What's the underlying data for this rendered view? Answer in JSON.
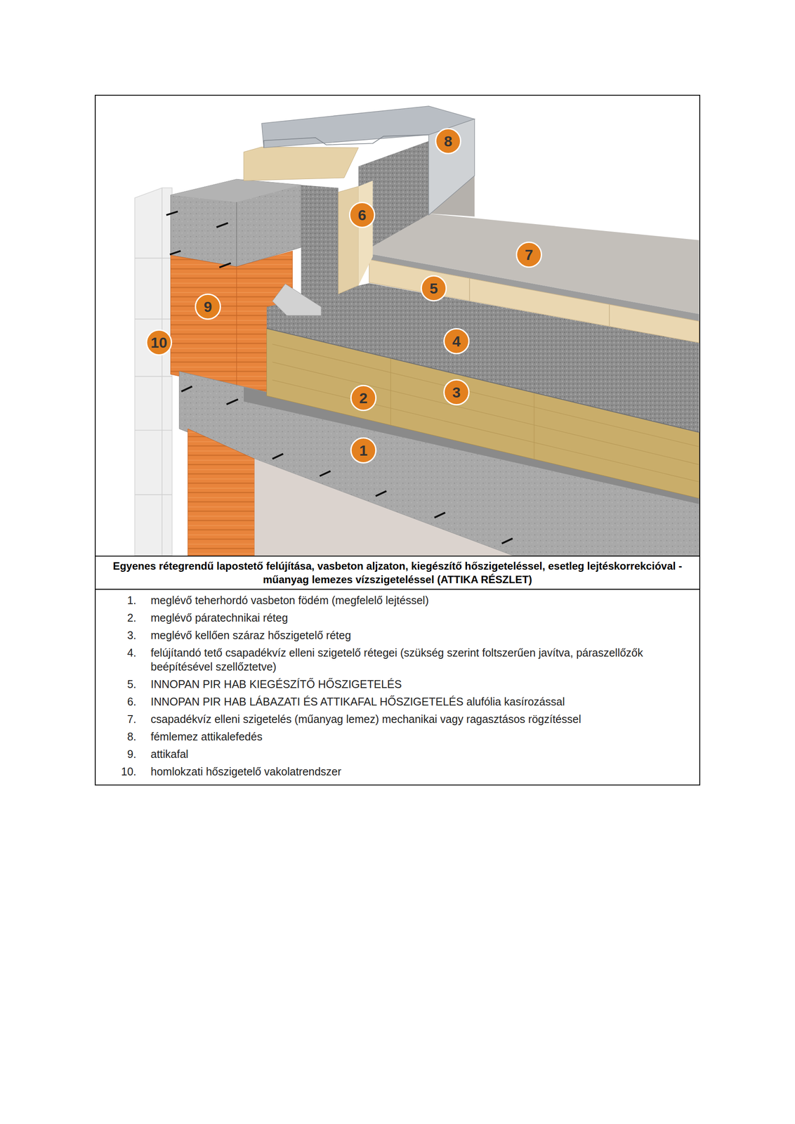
{
  "diagram": {
    "title": "Egyenes rétegrendű lapostető felújítása, vasbeton aljzaton, kiegészítő hőszigeteléssel, esetleg lejtéskorrekcióval - műanyag lemezes vízszigeteléssel (ATTIKA RÉSZLET)",
    "nodes": [
      {
        "text": [
          "8"
        ]
      },
      {
        "text": [
          "6"
        ]
      },
      {
        "text": [
          "7"
        ]
      },
      {
        "text": [
          "5"
        ]
      },
      {
        "text": [
          "9"
        ]
      },
      {
        "text": [
          "10"
        ]
      },
      {
        "text": [
          "4"
        ]
      },
      {
        "text": [
          "2"
        ]
      },
      {
        "text": [
          "3"
        ]
      },
      {
        "text": [
          "1"
        ]
      }
    ],
    "labels": [
      "1.",
      "meglévő teherhordó vasbeton födém (megfelelő lejtéssel)",
      "2.",
      "meglévő páratechnikai réteg",
      "3.",
      "meglévő kellően száraz hőszigetelő réteg",
      "4.",
      "felújítandó tető csapadékvíz elleni szigetelő rétegei (szükség szerint foltszerűen javítva, páraszellőzők beépítésével szellőztetve)",
      "5.",
      "INNOPAN PIR HAB KIEGÉSZÍTŐ HŐSZIGETELÉS",
      "6.",
      "INNOPAN PIR HAB LÁBAZATI ÉS ATTIKAFAL HŐSZIGETELÉS alufólia kasírozással",
      "7.",
      "csapadékvíz elleni szigetelés (műanyag lemez) mechanikai vagy ragasztásos rögzítéssel",
      "8.",
      "fémlemez attikalefedés",
      "9.",
      "attikafal",
      "10.",
      "homlokzati hőszigetelő vakolatrendszer"
    ]
  }
}
